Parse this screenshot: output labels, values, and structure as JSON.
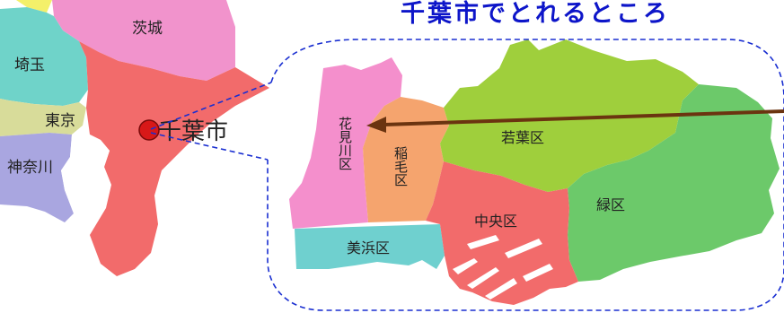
{
  "title": "千葉市でとれるところ",
  "colors": {
    "title": "#0d15c9",
    "ibaraki": "#f193cc",
    "saitama": "#6fd3c9",
    "tokyo": "#d8dc9a",
    "kanagawa": "#a9a6e0",
    "chiba_pref": "#f26b6b",
    "hanamigawa": "#f48fcc",
    "inage": "#f5a46e",
    "wakaba": "#9fcf3c",
    "midori": "#6cc96a",
    "chuo": "#f26b6b",
    "mihama": "#6fd0cf",
    "marker": "#d81818",
    "arrow": "#6b3410",
    "dashed": "#1a2fd1"
  },
  "left_map": {
    "prefectures": {
      "ibaraki": "茨城",
      "saitama": "埼玉",
      "tokyo": "東京",
      "kanagawa": "神奈川"
    },
    "city_marker_label": "千葉市"
  },
  "wards": {
    "hanamigawa": "花見川区",
    "inage": "稲毛区",
    "wakaba": "若葉区",
    "midori": "緑区",
    "chuo": "中央区",
    "mihama": "美浜区"
  }
}
